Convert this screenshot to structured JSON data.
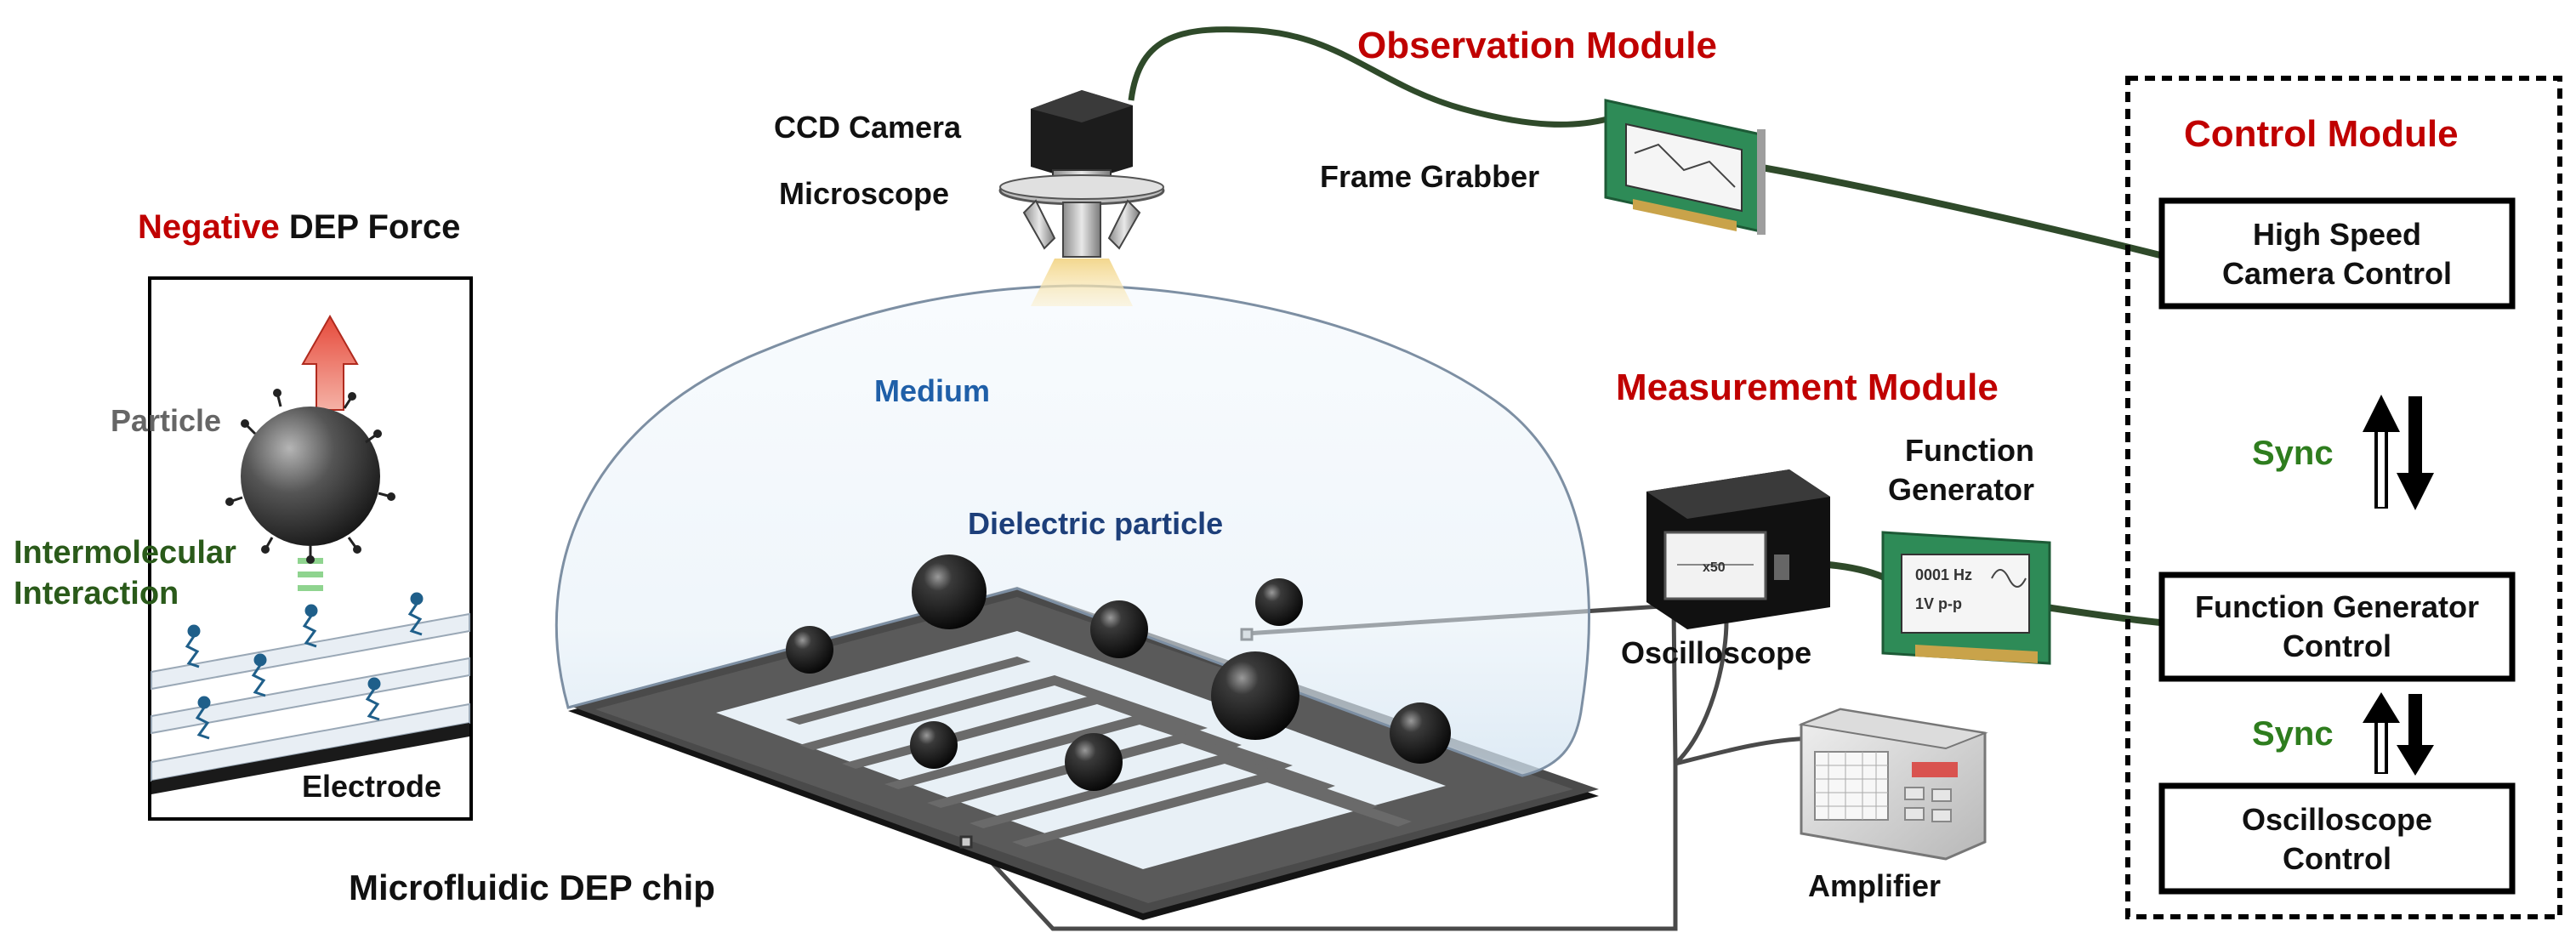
{
  "colors": {
    "module_title": "#c00000",
    "sync": "#2e7d1e",
    "interaction": "#2a5a1a",
    "medium": "#1f5fa8",
    "particle_label": "#1d3f7a",
    "cable": "#2f4a2a",
    "board": "#2e8b57"
  },
  "force_panel": {
    "title_highlight": "Negative",
    "title_rest": " DEP Force",
    "particle_label": "Particle",
    "interaction_line1": "Intermolecular",
    "interaction_line2": "Interaction",
    "electrode_label": "Electrode"
  },
  "observation": {
    "title": "Observation Module",
    "camera_label": "CCD Camera",
    "microscope_label": "Microscope",
    "frame_grabber_label": "Frame Grabber"
  },
  "chip": {
    "medium_label": "Medium",
    "particle_label": "Dielectric particle",
    "chip_label": "Microfluidic DEP chip"
  },
  "measurement": {
    "title": "Measurement Module",
    "function_gen_line1": "Function",
    "function_gen_line2": "Generator",
    "oscilloscope_label": "Oscilloscope",
    "amplifier_label": "Amplifier",
    "scope_screen_text": "x50",
    "fg_screen_line1": "0001 Hz",
    "fg_screen_line2": "1V p-p"
  },
  "control": {
    "title": "Control Module",
    "hsc_line1": "High Speed",
    "hsc_line2": "Camera Control",
    "sync1": "Sync",
    "fgc_line1": "Function Generator",
    "fgc_line2": "Control",
    "sync2": "Sync",
    "osc_line1": "Oscilloscope",
    "osc_line2": "Control"
  }
}
